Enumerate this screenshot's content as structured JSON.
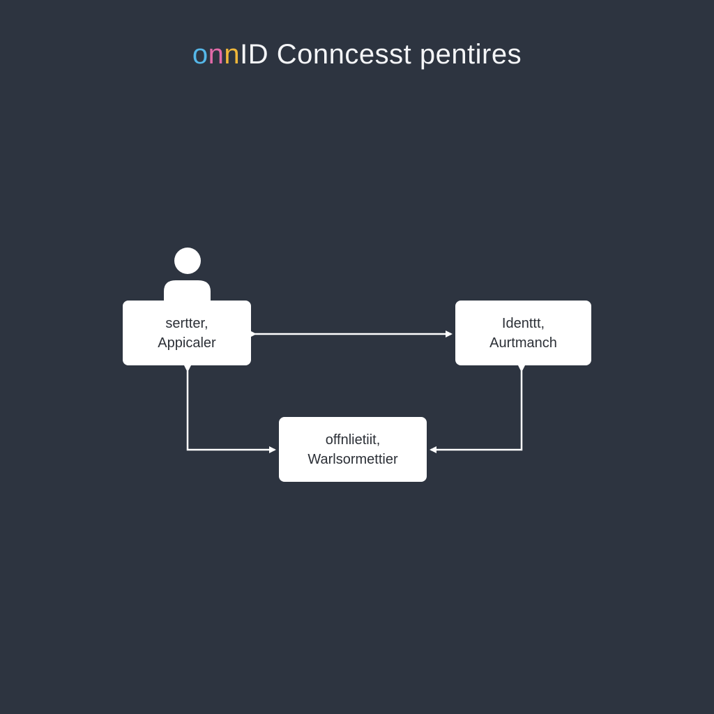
{
  "title": {
    "logo_letters": [
      "o",
      "n",
      "n"
    ],
    "logo_colors": [
      "#55b7e8",
      "#e26aa8",
      "#f0b73a"
    ],
    "text": "ID Conncesst pentires"
  },
  "nodes": {
    "client": {
      "line1": "sertter,",
      "line2": "Appicaler"
    },
    "idp": {
      "line1": "Identtt,",
      "line2": "Aurtmanch"
    },
    "rp": {
      "line1": "offnlietiit,",
      "line2": "Warlsormettier"
    }
  },
  "icons": {
    "user": "user-icon"
  },
  "colors": {
    "background": "#2d3440",
    "box": "#ffffff",
    "wire": "#ffffff",
    "text": "#2b2f36"
  }
}
